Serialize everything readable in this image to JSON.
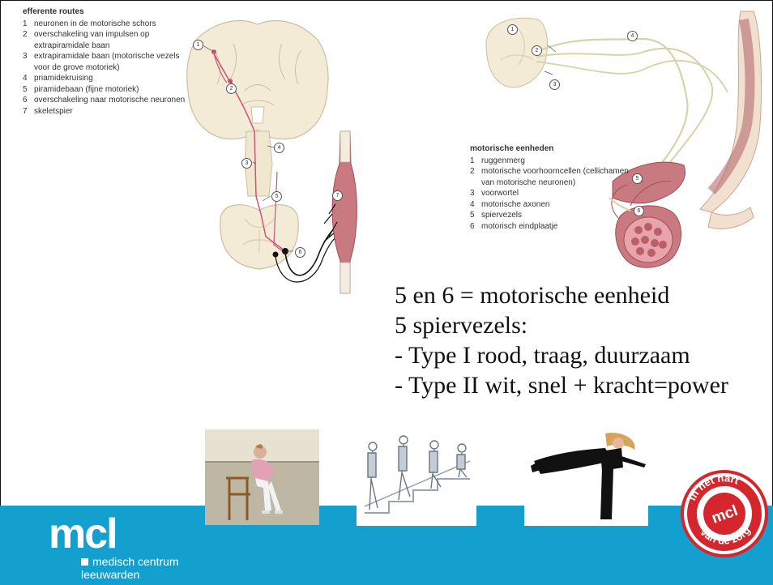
{
  "left_figure": {
    "title": "efferente routes",
    "items": [
      {
        "n": "1",
        "text": "neuronen in de motorische schors"
      },
      {
        "n": "2",
        "text": "overschakeling van impulsen op extrapiramidale baan"
      },
      {
        "n": "3",
        "text": "extrapiramidale baan (motorische vezels voor de grove motoriek)"
      },
      {
        "n": "4",
        "text": "priamidekruising"
      },
      {
        "n": "5",
        "text": "piramidebaan (fijne motoriek)"
      },
      {
        "n": "6",
        "text": "overschakeling naar motorische neuronen"
      },
      {
        "n": "7",
        "text": "skeletspier"
      }
    ]
  },
  "right_figure": {
    "title": "motorische eenheden",
    "items": [
      {
        "n": "1",
        "text": "ruggenmerg"
      },
      {
        "n": "2",
        "text": "motorische voorhoorncellen (cellichamen van motorische neuronen)"
      },
      {
        "n": "3",
        "text": "voorwortel"
      },
      {
        "n": "4",
        "text": "motorische axonen"
      },
      {
        "n": "5",
        "text": "spiervezels"
      },
      {
        "n": "6",
        "text": "motorisch eindplaatje"
      }
    ]
  },
  "main_text": {
    "line1": "5 en 6 = motorische eenheid",
    "line2": "5 spiervezels:",
    "line3": "- Type I rood, traag, duurzaam",
    "line4": "- Type II wit, snel + kracht=power"
  },
  "logo": {
    "mark": "mcl",
    "line1": "medisch centrum",
    "line2": "leeuwarden"
  },
  "stamp": {
    "text_top": "in het hart",
    "text_center": "mcl",
    "text_bottom": "van de zorg"
  },
  "colors": {
    "band": "#14a0cf",
    "stamp_red": "#d6262d",
    "muscle": "#c0606a"
  }
}
